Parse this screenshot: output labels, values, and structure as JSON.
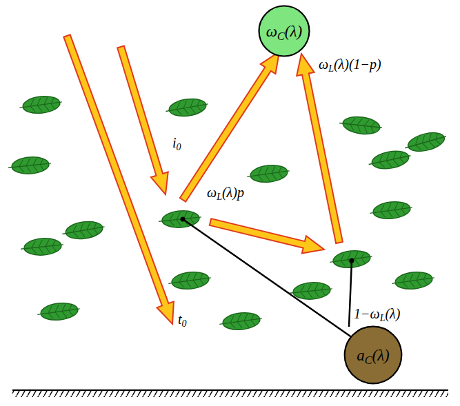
{
  "diagram": {
    "nodes": [
      {
        "text": [
          "ωC(λ)"
        ]
      },
      {
        "text": [
          "aC(λ)"
        ]
      }
    ],
    "labels": [
      "i0",
      "ωL(λ)(1−p)",
      "ωL(λ)p",
      "1−ωL(λ)",
      "t0"
    ]
  }
}
